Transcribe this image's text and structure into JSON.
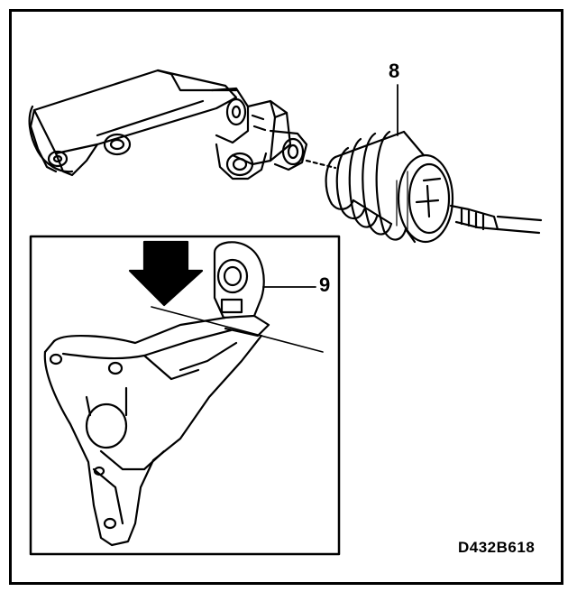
{
  "callouts": {
    "part_8": "8",
    "part_9": "9"
  },
  "reference_code": "D432B618",
  "colors": {
    "ink": "#000000",
    "paper": "#ffffff"
  }
}
